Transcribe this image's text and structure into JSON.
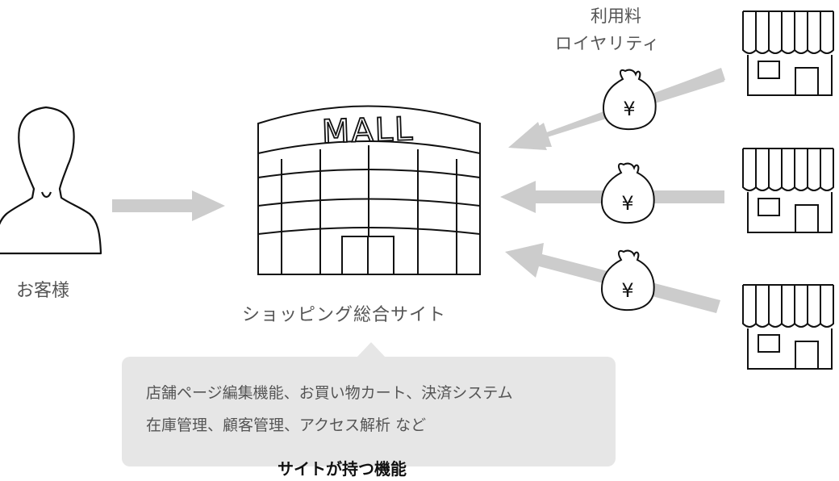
{
  "customer": {
    "label": "お客様"
  },
  "mall": {
    "sign_text": "MALL",
    "label": "ショッピング総合サイト"
  },
  "fee": {
    "line1": "利用料",
    "line2": "ロイヤリティ"
  },
  "shops": [
    {
      "name": "shop-top"
    },
    {
      "name": "shop-middle"
    },
    {
      "name": "shop-bottom"
    }
  ],
  "money_bag": {
    "symbol": "¥"
  },
  "features": {
    "line1": "店舗ページ編集機能、お買い物カート、決済システム",
    "line2": "在庫管理、顧客管理、アクセス解析 など",
    "title": "サイトが持つ機能"
  },
  "colors": {
    "arrow": "#cccccc",
    "line": "#111111",
    "bubble": "#e6e6e6",
    "text": "#555555"
  }
}
